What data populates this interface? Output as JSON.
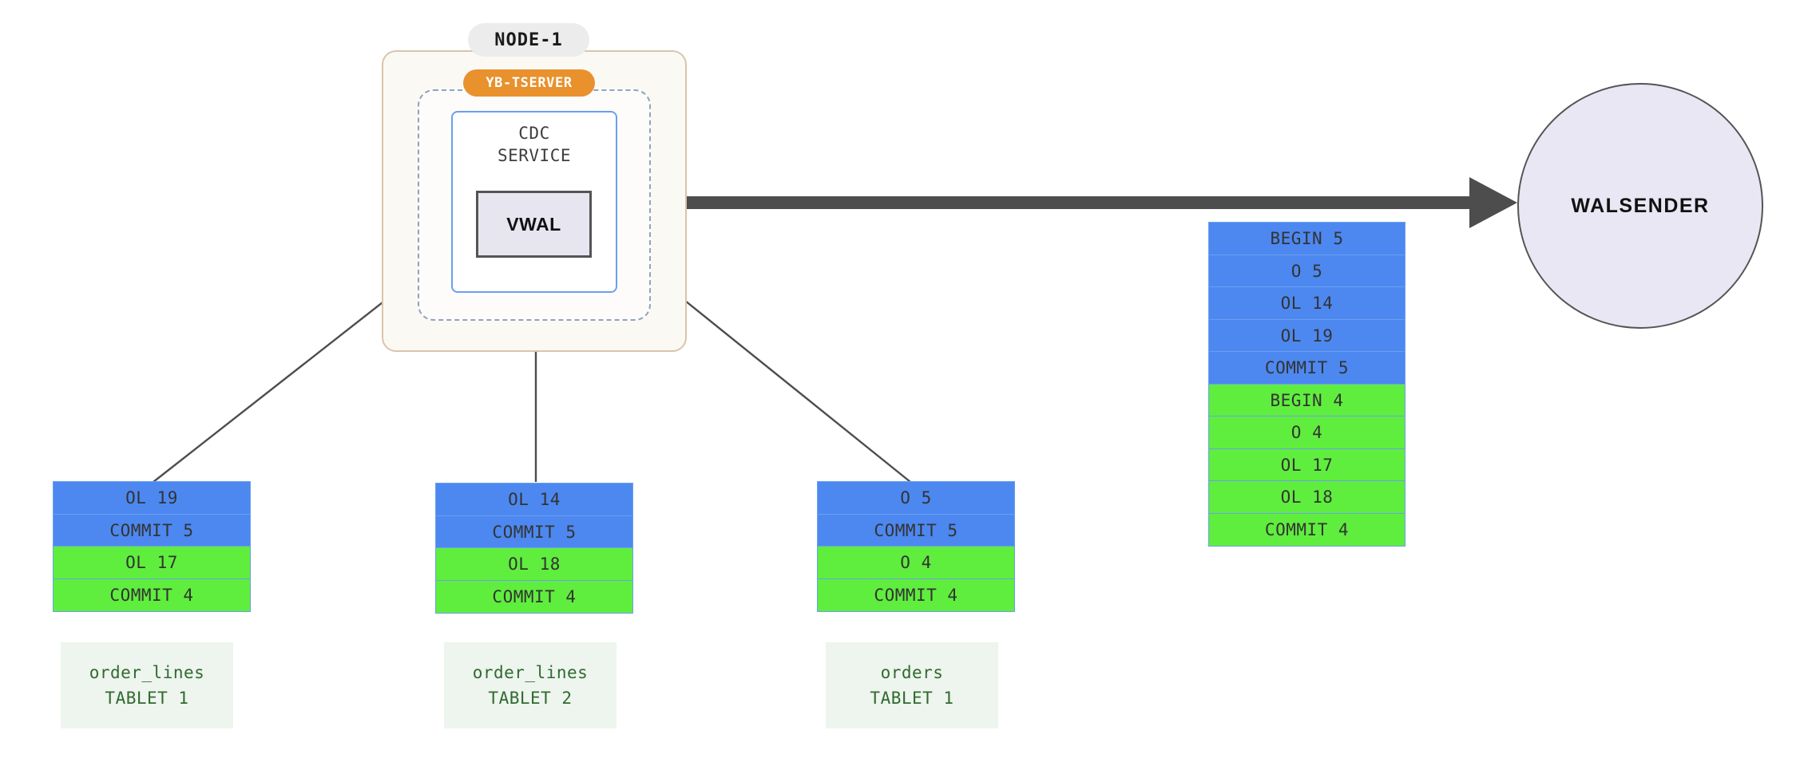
{
  "diagram": {
    "node": {
      "title": "NODE-1",
      "tserver": "YB-TSERVER",
      "cdc_service": "CDC\nSERVICE",
      "vwal": "VWAL"
    },
    "walsender": {
      "label": "WALSENDER"
    },
    "colors": {
      "blue_record": "#4d88f0",
      "green_record": "#5fee3d",
      "record_border": "#6b9ff0",
      "node_border": "#d9c4ad",
      "node_fill": "#fbf9f4",
      "tserver_pill": "#e8912d",
      "tserver_dash": "#8fa3bd",
      "cdc_border": "#6b9ff0",
      "vwal_fill": "#e6e5f0",
      "vwal_border": "#545454",
      "walsender_fill": "#e8e7f3",
      "arrow": "#4d4d4d",
      "tablet_label_fill": "#eef4ee",
      "tablet_label_text": "#2f6b2f",
      "node_pill_fill": "#ececec"
    },
    "tablets": [
      {
        "name": "tablet-1",
        "label_line1": "order_lines",
        "label_line2": "TABLET 1",
        "records": [
          {
            "text": "OL 19",
            "color": "blue"
          },
          {
            "text": "COMMIT 5",
            "color": "blue"
          },
          {
            "text": "OL 17",
            "color": "green"
          },
          {
            "text": "COMMIT 4",
            "color": "green"
          }
        ]
      },
      {
        "name": "tablet-2",
        "label_line1": "order_lines",
        "label_line2": "TABLET 2",
        "records": [
          {
            "text": "OL 14",
            "color": "blue"
          },
          {
            "text": "COMMIT 5",
            "color": "blue"
          },
          {
            "text": "OL 18",
            "color": "green"
          },
          {
            "text": "COMMIT 4",
            "color": "green"
          }
        ]
      },
      {
        "name": "tablet-3",
        "label_line1": "orders",
        "label_line2": "TABLET 1",
        "records": [
          {
            "text": "O 5",
            "color": "blue"
          },
          {
            "text": "COMMIT 5",
            "color": "blue"
          },
          {
            "text": "O 4",
            "color": "green"
          },
          {
            "text": "COMMIT 4",
            "color": "green"
          }
        ]
      }
    ],
    "output_stream": {
      "name": "vwal-output-stream",
      "records": [
        {
          "text": "BEGIN 5",
          "color": "blue"
        },
        {
          "text": "O 5",
          "color": "blue"
        },
        {
          "text": "OL 14",
          "color": "blue"
        },
        {
          "text": "OL 19",
          "color": "blue"
        },
        {
          "text": "COMMIT 5",
          "color": "blue"
        },
        {
          "text": "BEGIN 4",
          "color": "green"
        },
        {
          "text": "O 4",
          "color": "green"
        },
        {
          "text": "OL 17",
          "color": "green"
        },
        {
          "text": "OL 18",
          "color": "green"
        },
        {
          "text": "COMMIT 4",
          "color": "green"
        }
      ]
    }
  }
}
